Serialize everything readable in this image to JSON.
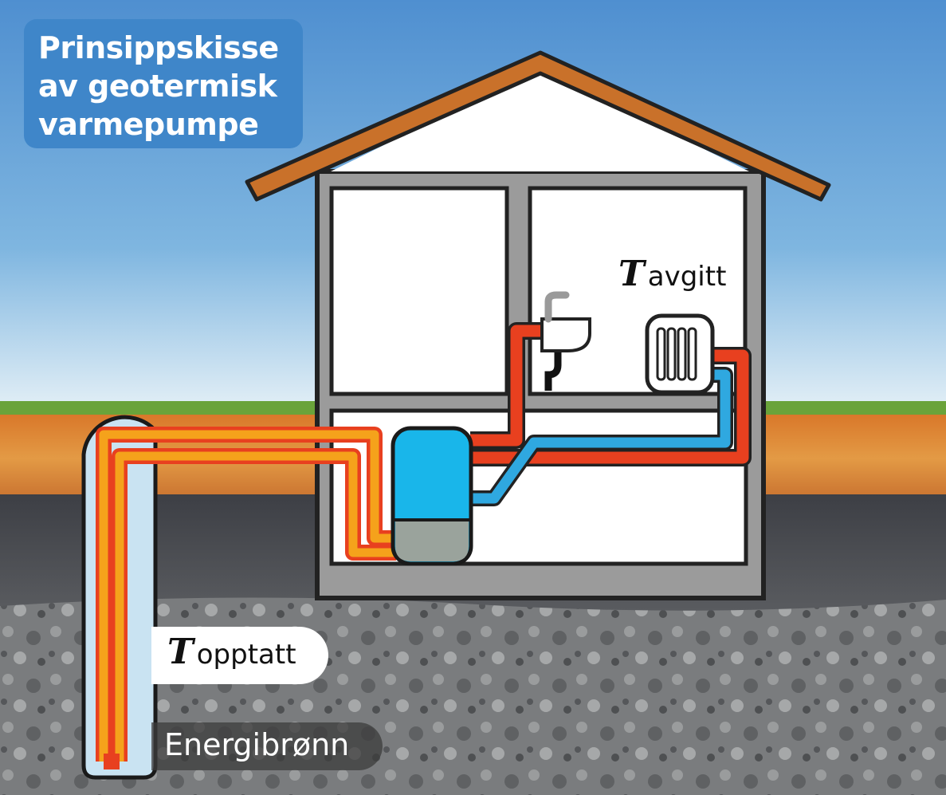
{
  "title": {
    "line1": "Prinsippskisse",
    "line2": "av geotermisk",
    "line3": "varmepumpe"
  },
  "labels": {
    "t_symbol": "T",
    "avgitt": "avgitt",
    "opptatt": "opptatt",
    "energibronn": "Energibrønn"
  },
  "colors": {
    "sky": "#6fa7d6",
    "grass": "#6aa33a",
    "topsoil": "#d47a2c",
    "bedrock": "#7d7f80",
    "roof": "#c9712a",
    "hot_pipe": "#e8401f",
    "cold_pipe": "#2fa8e0",
    "ground_loop": "#f5a21b",
    "tank_top": "#19b6ea",
    "tank_bottom": "#9aa39c",
    "title_box": "#3f86c9"
  }
}
